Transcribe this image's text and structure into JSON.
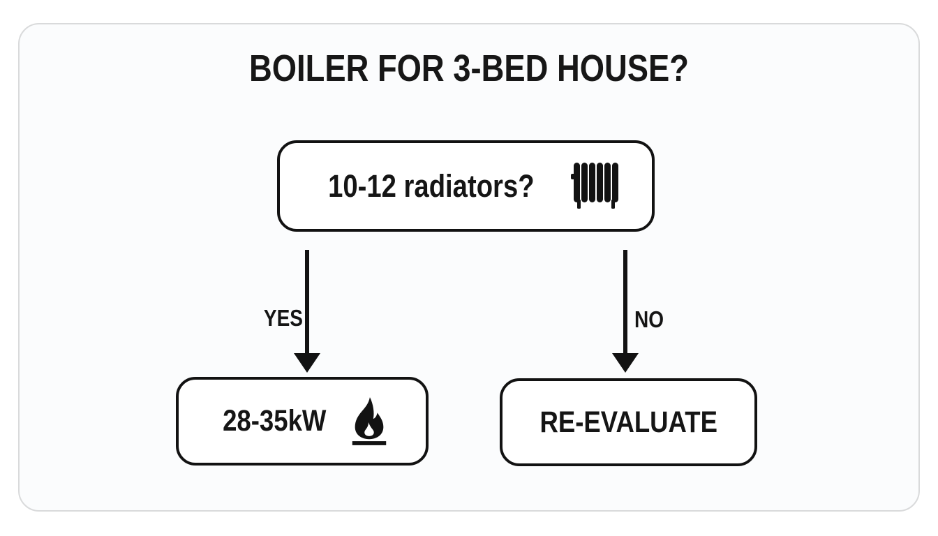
{
  "title": "BOILER FOR 3-BED HOUSE?",
  "flowchart": {
    "question": {
      "label": "10-12 radiators?",
      "icon": "radiator-icon"
    },
    "yes_branch": {
      "label": "YES",
      "result": "28-35kW",
      "icon": "flame-icon"
    },
    "no_branch": {
      "label": "NO",
      "result": "RE-EVALUATE"
    }
  },
  "colors": {
    "background": "#ffffff",
    "card_background": "#fbfcfd",
    "card_border": "#d9dadb",
    "node_border": "#121212",
    "text": "#151515",
    "arrow": "#121212"
  }
}
